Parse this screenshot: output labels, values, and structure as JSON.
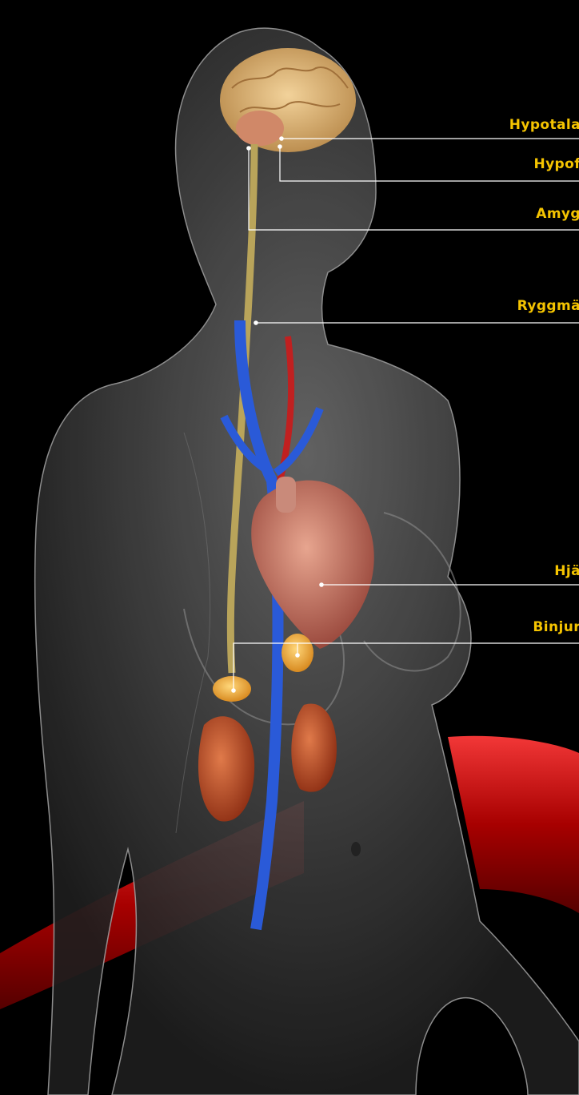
{
  "labels": {
    "hypotalamus": "Hypotala",
    "hypofys": "Hypof",
    "amygdala": "Amyg",
    "ryggmarg": "Ryggmä",
    "hjarta": "Hjä",
    "binjurar": "Binjur"
  },
  "colors": {
    "background": "#000000",
    "label_text": "#f5c400",
    "leader_line": "#ffffff"
  }
}
